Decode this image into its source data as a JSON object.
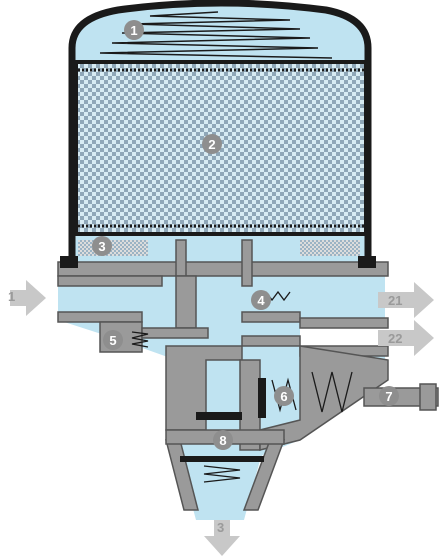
{
  "colors": {
    "fluid": "#bfe3f1",
    "housing": "#9a9a9a",
    "outline": "#1a1a1a",
    "filter_dark": "#2a2a2a",
    "flow_arrow": "#c8c8c8",
    "badge": "#8e8e8e",
    "badge_text": "#ffffff"
  },
  "callouts": [
    {
      "id": "1",
      "part": "dome-spring"
    },
    {
      "id": "2",
      "part": "desiccant-cartridge"
    },
    {
      "id": "3",
      "part": "coalescing-filter"
    },
    {
      "id": "4",
      "part": "check-valve"
    },
    {
      "id": "5",
      "part": "inlet-check-valve"
    },
    {
      "id": "6",
      "part": "control-piston"
    },
    {
      "id": "7",
      "part": "adjusting-screw"
    },
    {
      "id": "8",
      "part": "purge-valve"
    }
  ],
  "ports": {
    "inlet": "1",
    "outlet_upper": "21",
    "outlet_lower": "22",
    "exhaust": "3"
  }
}
